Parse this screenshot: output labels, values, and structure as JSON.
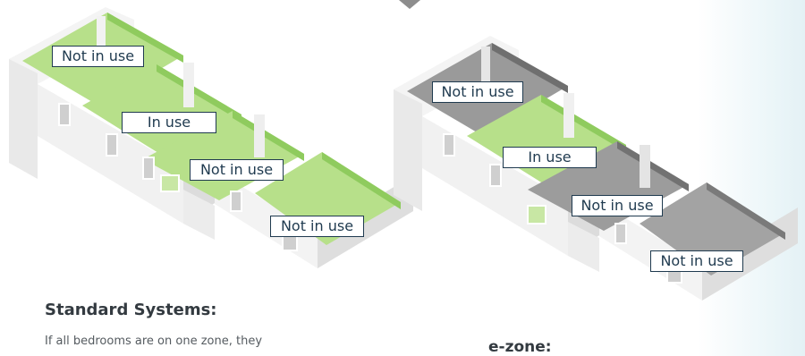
{
  "standard": {
    "labels": [
      "Not in use",
      "In use",
      "Not in use",
      "Not in use"
    ],
    "title": "Standard Systems:",
    "text": "If all bedrooms are on one zone, they"
  },
  "ezone": {
    "labels": [
      "Not in use",
      "In use",
      "Not in use",
      "Not in use"
    ],
    "title": "e-zone:"
  },
  "colors": {
    "heated_floor": "#b7e08a",
    "heated_wall": "#8fcb5e",
    "unheated_floor": "#9a9a9a",
    "unheated_wall": "#6f6f6f",
    "label_border": "#1f3a4f",
    "heading": "#333a40"
  }
}
